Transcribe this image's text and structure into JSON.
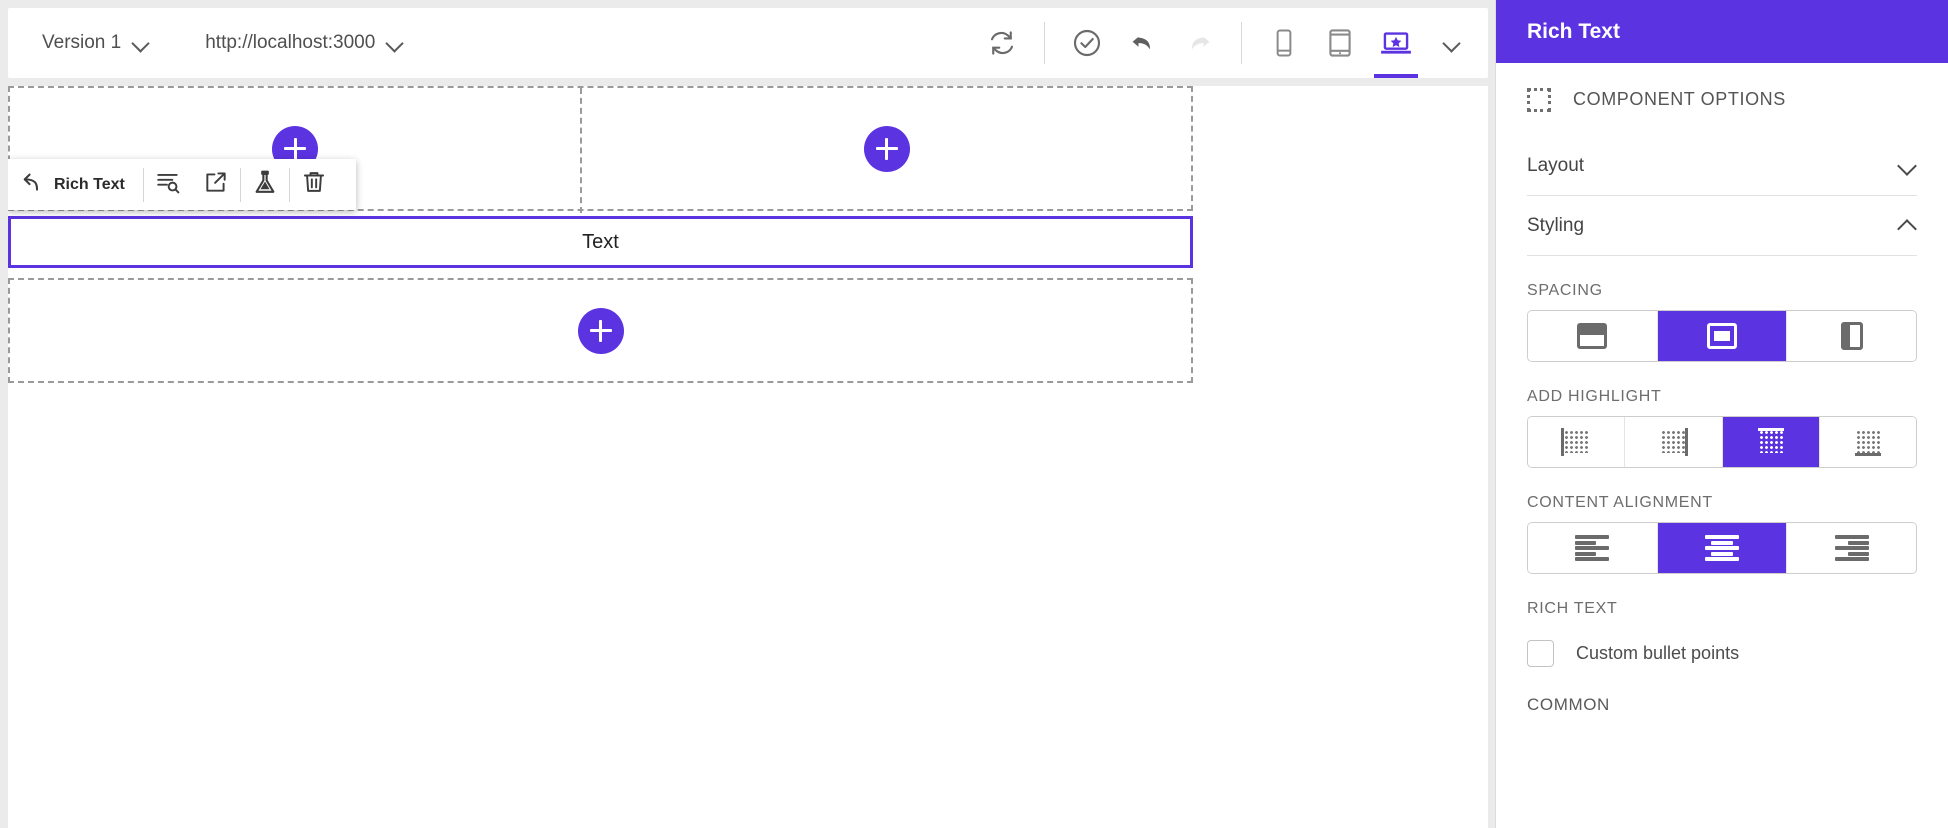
{
  "topbar": {
    "version_select": {
      "label": "Version 1",
      "icon": "chevron-down-icon"
    },
    "url_select": {
      "label": "http://localhost:3000",
      "icon": "chevron-down-icon"
    },
    "actions": [
      {
        "name": "refresh-icon",
        "title": "Refresh"
      },
      {
        "name": "approve-icon",
        "title": "Approve"
      },
      {
        "name": "undo-icon",
        "title": "Undo"
      },
      {
        "name": "redo-icon",
        "title": "Redo"
      }
    ],
    "devices": [
      {
        "name": "mobile-icon",
        "title": "Mobile",
        "active": false
      },
      {
        "name": "tablet-icon",
        "title": "Tablet",
        "active": false
      },
      {
        "name": "desktop-star-icon",
        "title": "Desktop",
        "active": true
      }
    ],
    "more": {
      "name": "chevron-down-icon",
      "title": "More"
    }
  },
  "component_toolbar": {
    "back_icon": "arrow-up-left-icon",
    "component_name": "Rich Text",
    "buttons": [
      {
        "name": "inspect-list-icon",
        "title": "Inspect"
      },
      {
        "name": "open-external-icon",
        "title": "Open"
      },
      {
        "name": "flask-icon",
        "title": "Experiment"
      },
      {
        "name": "trash-icon",
        "title": "Delete"
      }
    ]
  },
  "canvas": {
    "add_button_label": "+",
    "selected_component_text": "Text",
    "dropzones": [
      {
        "name": "dropzone-top-left"
      },
      {
        "name": "dropzone-top-right"
      },
      {
        "name": "dropzone-bottom"
      }
    ]
  },
  "panel": {
    "title": "Rich Text",
    "component_options_label": "COMPONENT OPTIONS",
    "component_options_icon": "dotted-square-icon",
    "accordions": [
      {
        "label": "Layout",
        "expanded": false,
        "icon": "chevron-down-icon"
      },
      {
        "label": "Styling",
        "expanded": true,
        "icon": "chevron-up-icon"
      }
    ],
    "spacing": {
      "label": "SPACING",
      "options": [
        {
          "name": "spacing-top-icon",
          "selected": false
        },
        {
          "name": "spacing-middle-icon",
          "selected": true
        },
        {
          "name": "spacing-left-icon",
          "selected": false
        }
      ]
    },
    "add_highlight": {
      "label": "ADD HIGHLIGHT",
      "options": [
        {
          "name": "highlight-left-icon",
          "selected": false
        },
        {
          "name": "highlight-right-icon",
          "selected": false
        },
        {
          "name": "highlight-top-icon",
          "selected": true
        },
        {
          "name": "highlight-bottom-icon",
          "selected": false
        }
      ]
    },
    "content_alignment": {
      "label": "CONTENT ALIGNMENT",
      "options": [
        {
          "name": "align-left-icon",
          "selected": false
        },
        {
          "name": "align-center-icon",
          "selected": true
        },
        {
          "name": "align-right-icon",
          "selected": false
        }
      ]
    },
    "rich_text": {
      "label": "RICH TEXT",
      "checkbox_label": "Custom bullet points",
      "checked": false
    },
    "common_label": "COMMON"
  },
  "colors": {
    "accent": "#5c33e1",
    "panel_header": "#5c33e1",
    "canvas_bg": "#ffffff",
    "app_bg": "#ebebeb",
    "dashed_border": "#9a9a9a"
  }
}
